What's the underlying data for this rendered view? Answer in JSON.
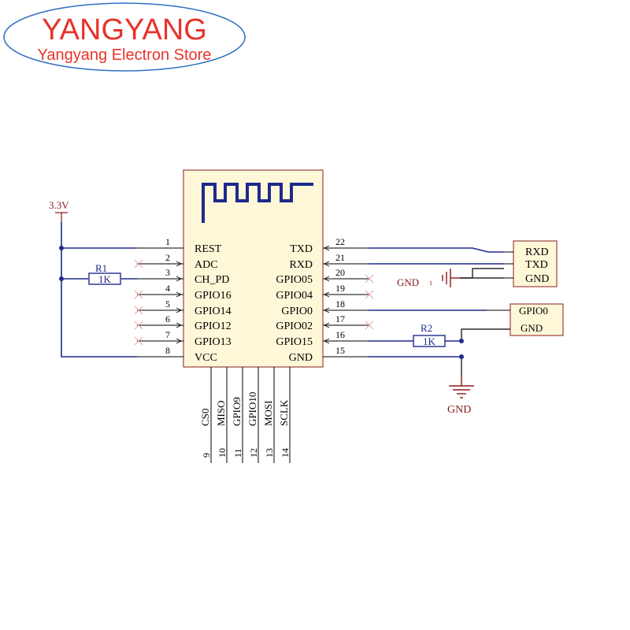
{
  "logo": {
    "title": "YANGYANG",
    "subtitle": "Yangyang Electron Store",
    "color": "#e8332a",
    "outline": "#2f6fc0"
  },
  "colors": {
    "wire": "#1f2a8c",
    "part": "#8b1a1a",
    "module_fill": "#fff8d8",
    "pin": "#000000",
    "nc": "#e8a0a0"
  },
  "supply": {
    "label": "3.3V"
  },
  "ground": {
    "label": "GND",
    "label2": "GND"
  },
  "resistors": [
    {
      "ref": "R1",
      "value": "1K"
    },
    {
      "ref": "R2",
      "value": "1K"
    }
  ],
  "pins_left": [
    {
      "num": "1",
      "name": "REST"
    },
    {
      "num": "2",
      "name": "ADC"
    },
    {
      "num": "3",
      "name": "CH_PD"
    },
    {
      "num": "4",
      "name": "GPIO16"
    },
    {
      "num": "5",
      "name": "GPIO14"
    },
    {
      "num": "6",
      "name": "GPIO12"
    },
    {
      "num": "7",
      "name": "GPIO13"
    },
    {
      "num": "8",
      "name": "VCC"
    }
  ],
  "pins_right": [
    {
      "num": "22",
      "name": "TXD"
    },
    {
      "num": "21",
      "name": "RXD"
    },
    {
      "num": "20",
      "name": "GPIO05"
    },
    {
      "num": "19",
      "name": "GPIO04"
    },
    {
      "num": "18",
      "name": "GPIO0"
    },
    {
      "num": "17",
      "name": "GPIO02"
    },
    {
      "num": "16",
      "name": "GPIO15"
    },
    {
      "num": "15",
      "name": "GND"
    }
  ],
  "pins_bottom": [
    {
      "num": "9",
      "name": "CS0"
    },
    {
      "num": "10",
      "name": "MISO"
    },
    {
      "num": "11",
      "name": "GPIO9"
    },
    {
      "num": "12",
      "name": "GPIO10"
    },
    {
      "num": "13",
      "name": "MOSI"
    },
    {
      "num": "14",
      "name": "SCLK"
    }
  ],
  "uart_header": {
    "pins": [
      "RXD",
      "TXD",
      "GND"
    ]
  },
  "boot_header": {
    "pins": [
      "GPIO0",
      "GND"
    ]
  }
}
